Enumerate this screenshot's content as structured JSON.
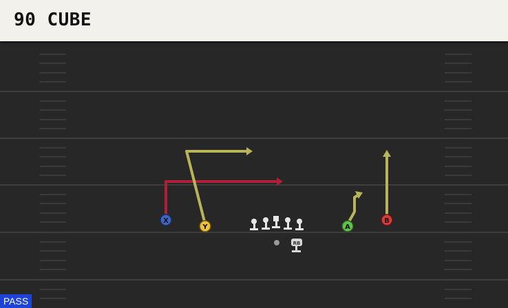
{
  "play": {
    "name": "90 CUBE",
    "type": "PASS"
  },
  "colors": {
    "route_yellow": "#b7b45a",
    "route_red": "#b01f3a",
    "receiver_x": "#3a67c4",
    "receiver_y": "#f0c23a",
    "receiver_a": "#5fc34a",
    "receiver_b": "#d93a3c",
    "lineman": "#e6e6e6",
    "pass_badge": "#1e43d8"
  },
  "receivers": [
    {
      "id": "x",
      "label": "X"
    },
    {
      "id": "y",
      "label": "Y"
    },
    {
      "id": "a",
      "label": "A"
    },
    {
      "id": "b",
      "label": "B"
    }
  ],
  "backfield": [
    {
      "id": "qb",
      "label": ""
    },
    {
      "id": "rb",
      "label": "RB"
    }
  ]
}
